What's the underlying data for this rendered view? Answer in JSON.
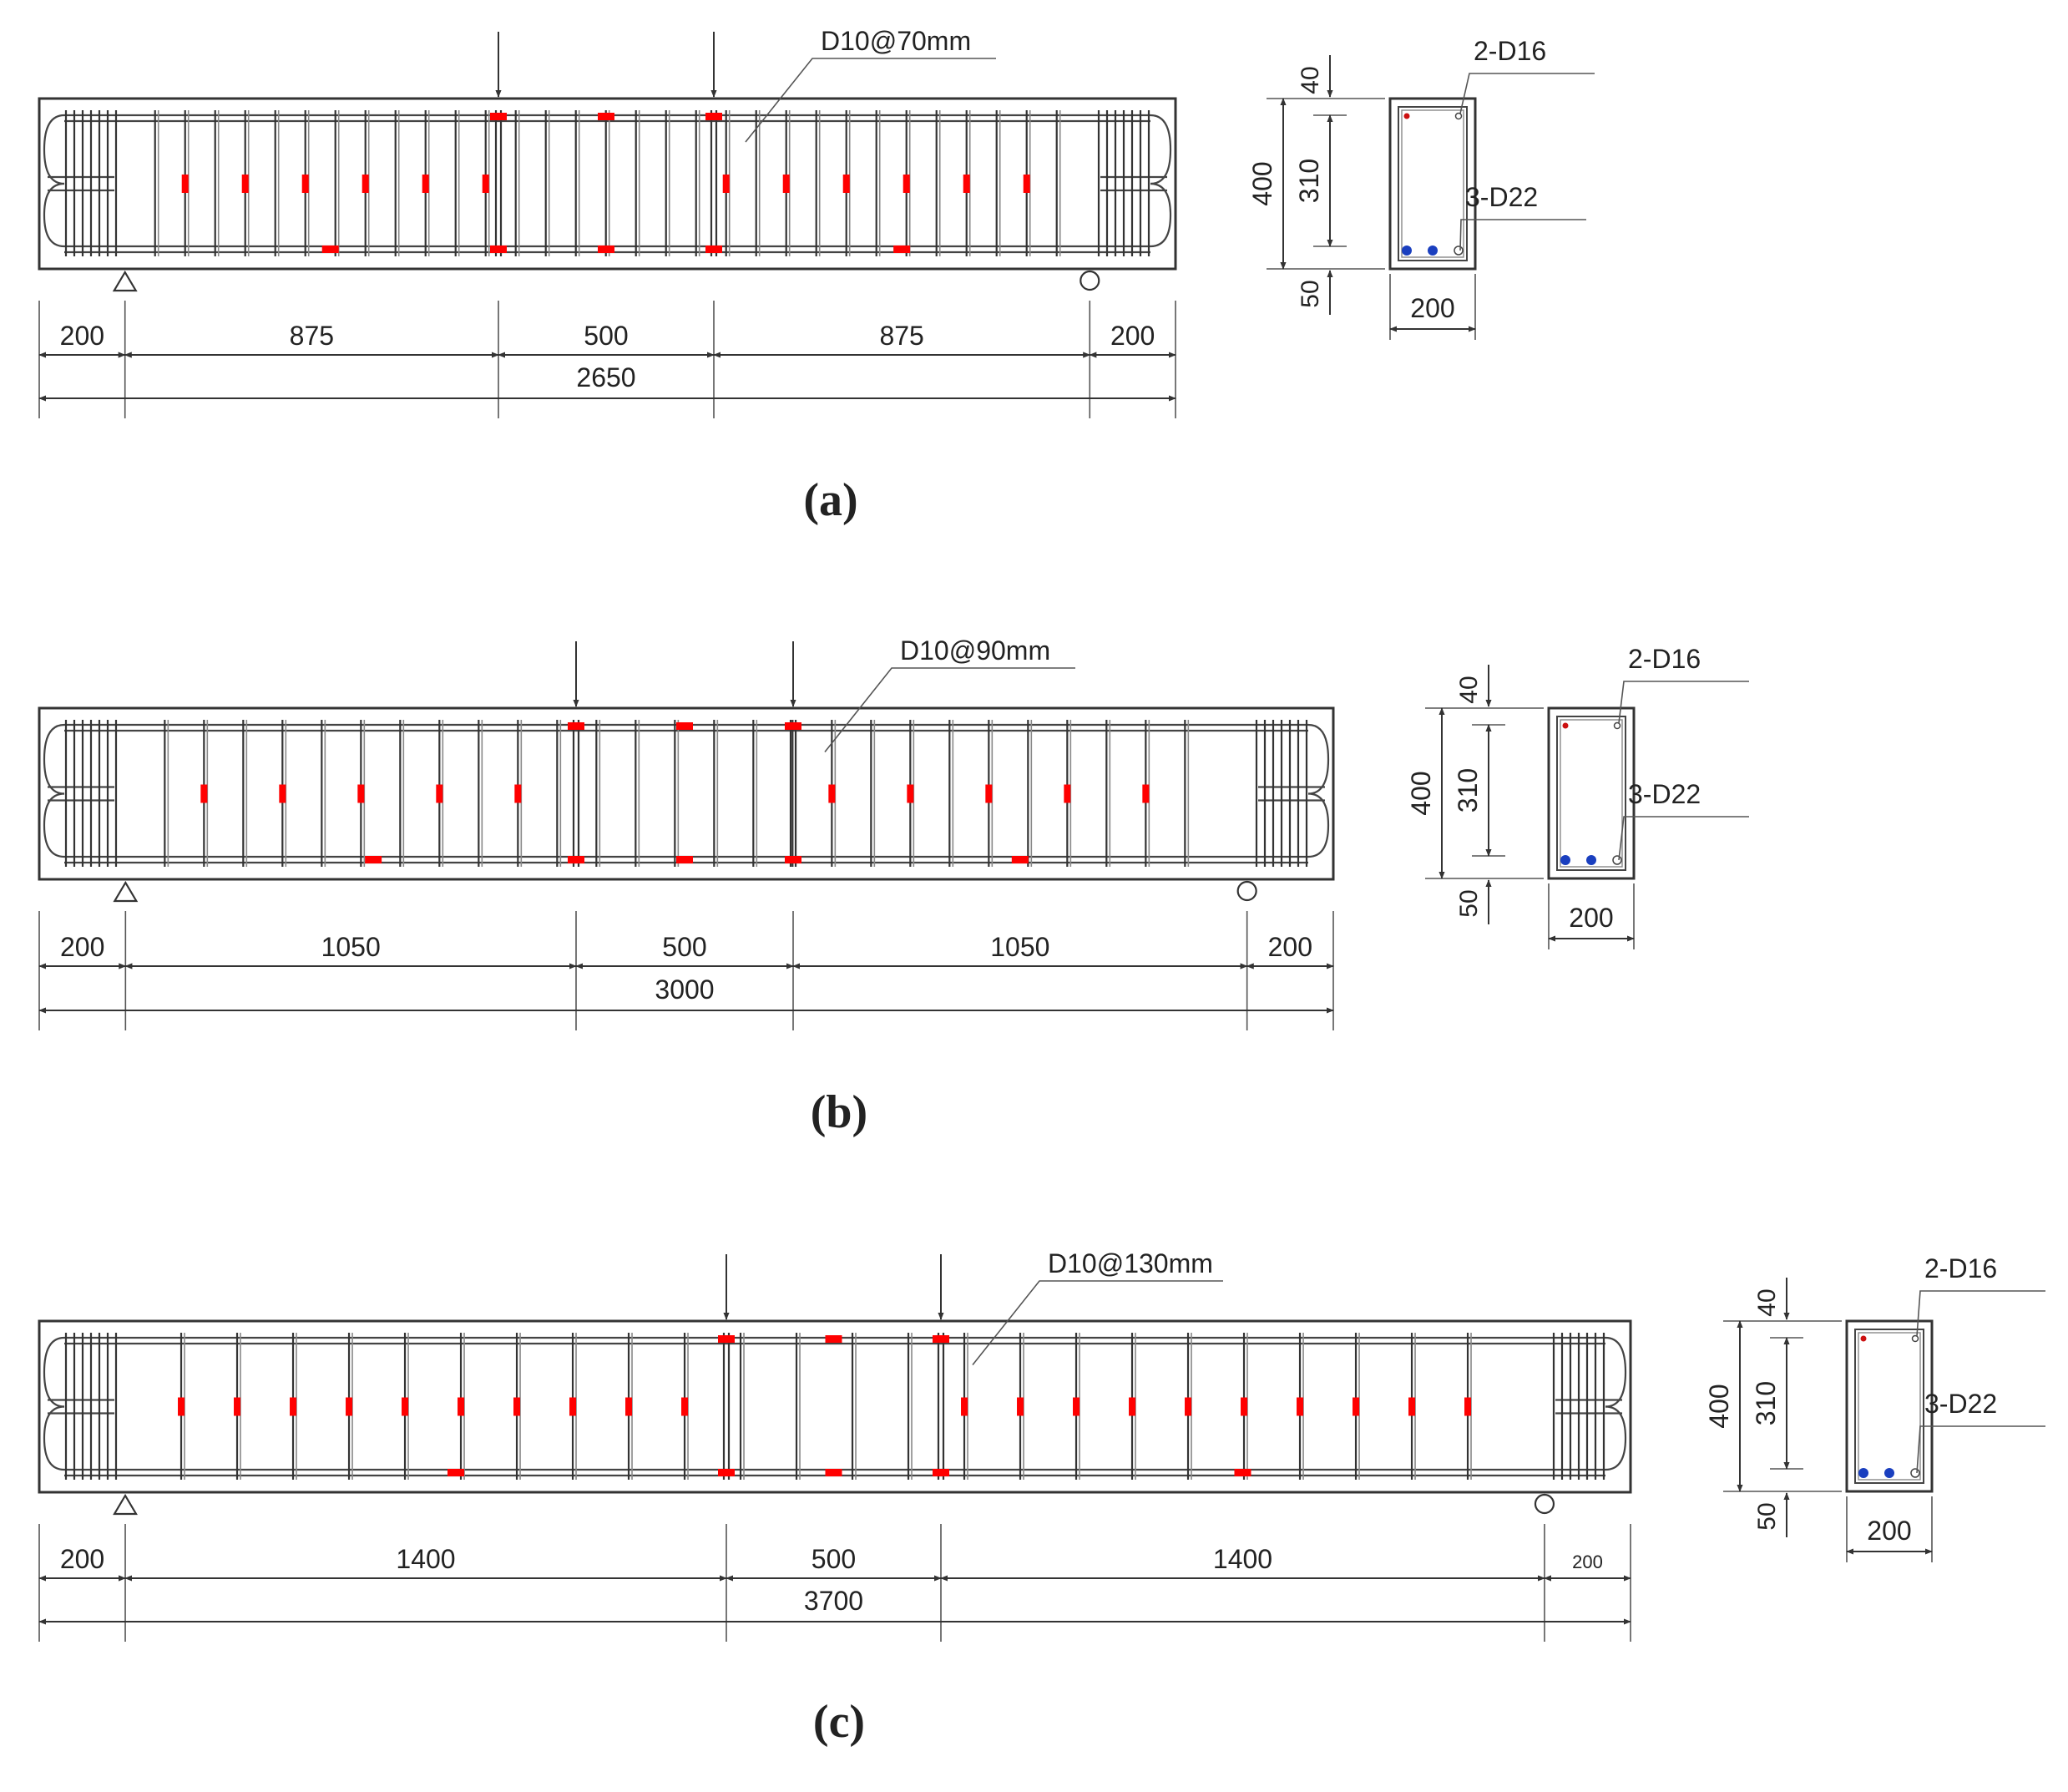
{
  "palette": {
    "line": "#333333",
    "gauge": "#ff0000",
    "bottom_bar": "#1a3fbf",
    "top_bar": "#cc1111"
  },
  "icons": {
    "support_left": "pin-support-triangle-icon",
    "support_right": "roller-support-circle-icon",
    "load": "point-load-arrow-icon"
  },
  "panels": [
    {
      "caption": "(a)",
      "stirrup_label": "D10@70mm",
      "dims": {
        "end_left": "200",
        "shear_left": "875",
        "middle": "500",
        "shear_right": "875",
        "end_right": "200",
        "total": "2650"
      },
      "section": {
        "top_cover": "40",
        "height": "400",
        "core": "310",
        "bottom_cover": "50",
        "width": "200",
        "top_bars": "2-D16",
        "bottom_bars": "3-D22"
      }
    },
    {
      "caption": "(b)",
      "stirrup_label": "D10@90mm",
      "dims": {
        "end_left": "200",
        "shear_left": "1050",
        "middle": "500",
        "shear_right": "1050",
        "end_right": "200",
        "total": "3000"
      },
      "section": {
        "top_cover": "40",
        "height": "400",
        "core": "310",
        "bottom_cover": "50",
        "width": "200",
        "top_bars": "2-D16",
        "bottom_bars": "3-D22"
      }
    },
    {
      "caption": "(c)",
      "stirrup_label": "D10@130mm",
      "dims": {
        "end_left": "200",
        "shear_left": "1400",
        "middle": "500",
        "shear_right": "1400",
        "end_right": "200",
        "total": "3700"
      },
      "section": {
        "top_cover": "40",
        "height": "400",
        "core": "310",
        "bottom_cover": "50",
        "width": "200",
        "top_bars": "2-D16",
        "bottom_bars": "3-D22"
      }
    }
  ]
}
